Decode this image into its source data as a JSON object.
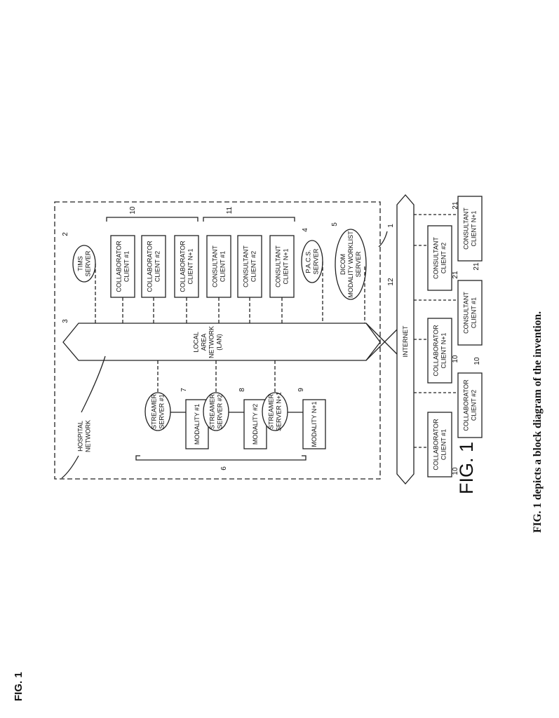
{
  "page_label": "FIG. 1",
  "caption": "FIG. 1 depicts a block diagram of the invention.",
  "figure_label": "FIG. 1",
  "hospital_network": {
    "label": [
      "HOSPITAL",
      "NETWORK"
    ],
    "lan": {
      "label": [
        "LOCAL",
        "AREA",
        "NETWORK",
        "(LAN)"
      ],
      "ref": "3"
    },
    "tims_server": {
      "label": [
        "TIMS",
        "SERVER"
      ],
      "ref": "2"
    },
    "pacs_server": {
      "label": [
        "P.A.C.S.",
        "SERVER"
      ],
      "ref": "4"
    },
    "dicom_server": {
      "label": [
        "DICOM",
        "MODALITY WORKLIST",
        "SERVER"
      ],
      "ref": "5"
    },
    "collaborators": {
      "ref": "10",
      "items": [
        [
          "COLLABORATOR",
          "CLIENT #1"
        ],
        [
          "COLLABORATOR",
          "CLIENT #2"
        ],
        [
          "COLLABORATOR",
          "CLIENT N+1"
        ]
      ]
    },
    "consultants": {
      "ref": "11",
      "items": [
        [
          "CONSULTANT",
          "CLIENT #1"
        ],
        [
          "CONSULTANT",
          "CLIENT #2"
        ],
        [
          "CONSULTANT",
          "CLIENT N+1"
        ]
      ]
    },
    "streamer_group_ref": "6",
    "streamers": [
      {
        "label": [
          "STREAMER",
          "SERVER #1"
        ],
        "modality": "MODALITY #1",
        "ref": "7"
      },
      {
        "label": [
          "STREAMER",
          "SERVER #2"
        ],
        "modality": "MODALITY #2",
        "ref": "8"
      },
      {
        "label": [
          "STREAMER",
          "SERVER N+1"
        ],
        "modality": "MODALITY N+1",
        "ref": "9"
      }
    ]
  },
  "system_ref": "1",
  "internet": {
    "label": "INTERNET",
    "ref": "12"
  },
  "external_clients": [
    {
      "label": [
        "COLLABORATOR",
        "CLIENT #1"
      ],
      "ref": "10"
    },
    {
      "label": [
        "COLLABORATOR",
        "CLIENT #2"
      ],
      "ref": "10"
    },
    {
      "label": [
        "COLLABORATOR",
        "CLIENT N+1"
      ],
      "ref": "10"
    },
    {
      "label": [
        "CONSULTANT",
        "CLIENT #1"
      ],
      "ref": "21"
    },
    {
      "label": [
        "CONSULTANT",
        "CLIENT #2"
      ],
      "ref": "21"
    },
    {
      "label": [
        "CONSULTANT",
        "CLIENT N+1"
      ],
      "ref": "21"
    }
  ]
}
